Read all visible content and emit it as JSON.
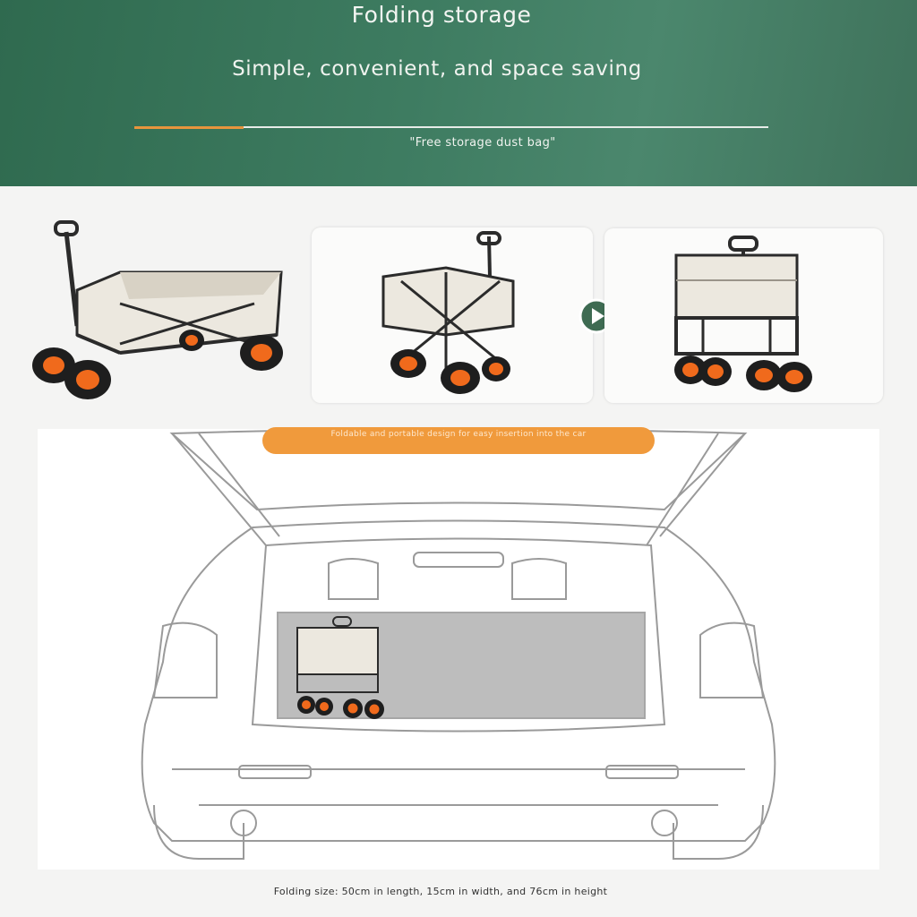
{
  "banner": {
    "title": "Folding storage",
    "subtitle": "Simple, convenient, and space saving",
    "note": "\"Free storage dust bag\""
  },
  "trunk": {
    "label": "Foldable and portable design for easy insertion into the car"
  },
  "caption": "Folding size: 50cm in length, 15cm in width, and 76cm in height",
  "colors": {
    "banner_green": "#3e7c61",
    "accent_orange": "#f09a3c",
    "wheel_orange": "#f06a1c",
    "frame_dark": "#2b2b2b",
    "fabric_beige": "#ece8df"
  },
  "icons": {
    "arrow": "play-arrow-icon"
  }
}
